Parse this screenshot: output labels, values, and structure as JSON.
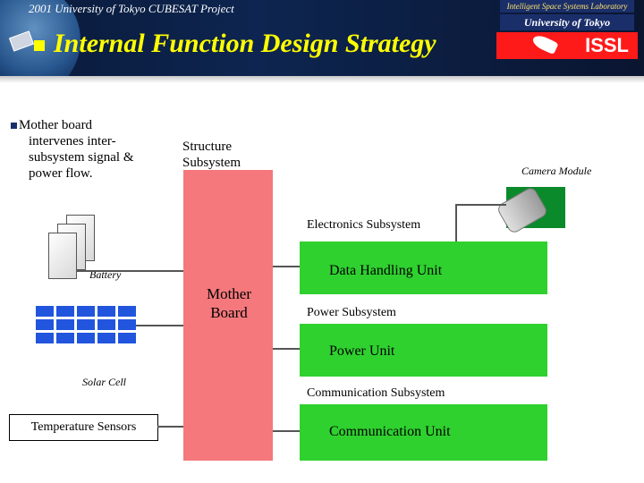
{
  "header": {
    "project": "2001 University of Tokyo CUBESAT Project",
    "title": "Internal Function Design Strategy",
    "lab": "Intelligent Space Systems Laboratory",
    "university": "University of Tokyo",
    "issl": "ISSL"
  },
  "bullet": {
    "lead": "Mother board",
    "rest": "intervenes inter-subsystem signal & power flow."
  },
  "diagram": {
    "structure_subsystem": "Structure Subsystem",
    "camera_module": "Camera Module",
    "electronics_subsystem": "Electronics Subsystem",
    "data_handling_unit": "Data Handling Unit",
    "battery": "Battery",
    "mother_board": "Mother Board",
    "power_subsystem": "Power Subsystem",
    "power_unit": "Power Unit",
    "solar_cell": "Solar Cell",
    "communication_subsystem": "Communication Subsystem",
    "communication_unit": "Communication Unit",
    "temperature_sensors": "Temperature Sensors"
  },
  "colors": {
    "header_bg": "#0d2550",
    "title": "#ffff00",
    "board": "#f4787c",
    "unit": "#2fd12f",
    "issl": "#ff1a1a",
    "solar": "#2255dd"
  }
}
